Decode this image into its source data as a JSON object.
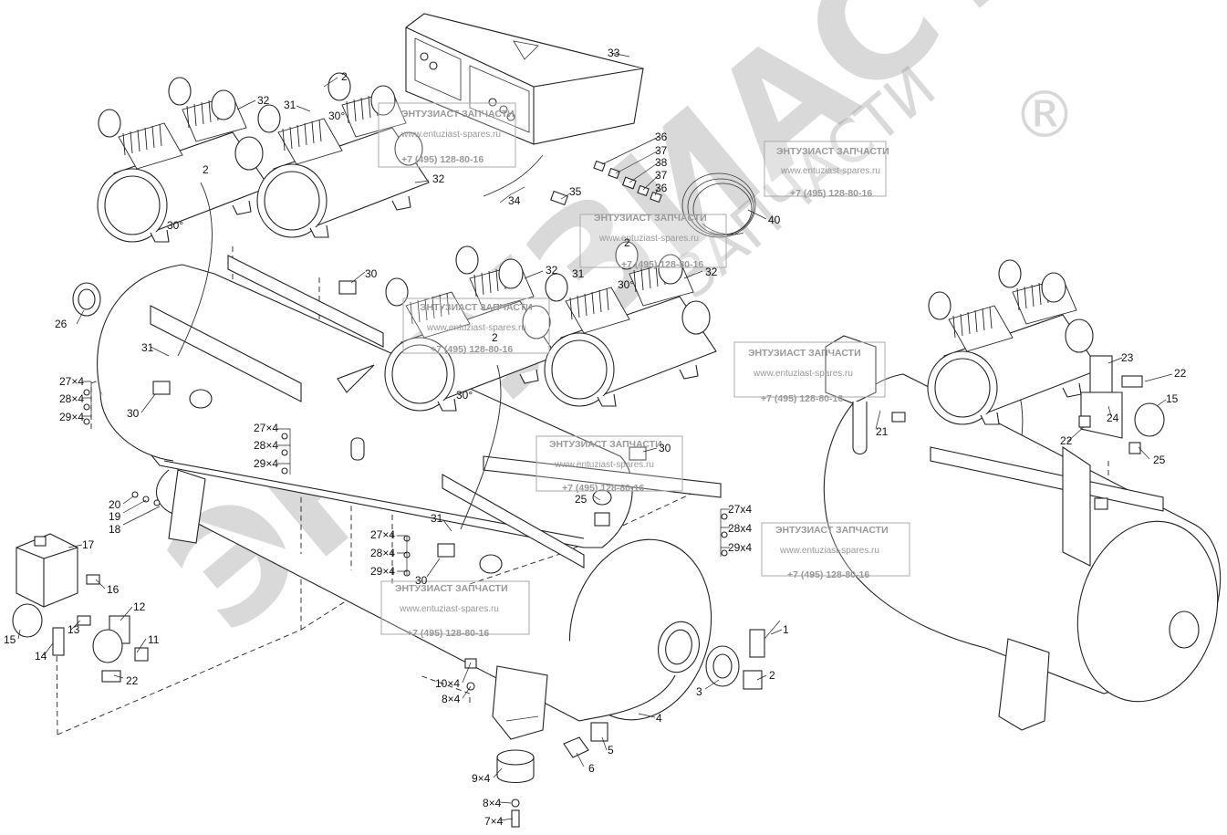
{
  "watermark": {
    "brand": "ЭНТУЗИАСТ!",
    "sub": "ЗАПЧАСТИ",
    "reg": "®"
  },
  "stamp": {
    "line1": "ЭНТУЗИАСТ ЗАПЧАСТИ",
    "line2": "www.entuziast-spares.ru",
    "line3": "+7 (495) 128-80-16"
  },
  "callouts": {
    "c1": "1",
    "c2": "2",
    "c3": "3",
    "c4": "4",
    "c5": "5",
    "c6": "6",
    "c7": "7×4",
    "c8a": "8×4",
    "c8b": "8×4",
    "c9": "9×4",
    "c10": "10×4",
    "c11": "11",
    "c12": "12",
    "c13": "13",
    "c14": "14",
    "c15": "15",
    "c15b": "15",
    "c16": "16",
    "c17": "17",
    "c18": "18",
    "c19": "19",
    "c20": "20",
    "c21": "21",
    "c22": "22",
    "c22b": "22",
    "c22c": "22",
    "c23": "23",
    "c24": "24",
    "c25": "25",
    "c25b": "25",
    "c26": "26",
    "c27a": "27×4",
    "c28a": "28×4",
    "c29a": "29×4",
    "c27b": "27×4",
    "c28b": "28×4",
    "c29b": "29×4",
    "c27c": "27×4",
    "c28c": "28×4",
    "c29c": "29×4",
    "c27d": "27x4",
    "c28d": "28x4",
    "c29d": "29x4",
    "c30a": "30",
    "c30b": "30",
    "c30c": "30",
    "c30d": "30",
    "c31a": "31",
    "c31b": "31",
    "c31c": "31",
    "c31d": "31",
    "c32a": "32",
    "c32b": "32",
    "c32c": "32",
    "c32d": "32",
    "c33": "33",
    "c34": "34",
    "c35": "35",
    "c36a": "36",
    "c37a": "37",
    "c38": "38",
    "c37b": "37",
    "c36b": "36",
    "c40": "40",
    "c2a": "2",
    "c2b": "2",
    "c2c": "2",
    "ang1": "30°",
    "ang2": "30°",
    "ang3": "30°",
    "ang4": "30°"
  }
}
